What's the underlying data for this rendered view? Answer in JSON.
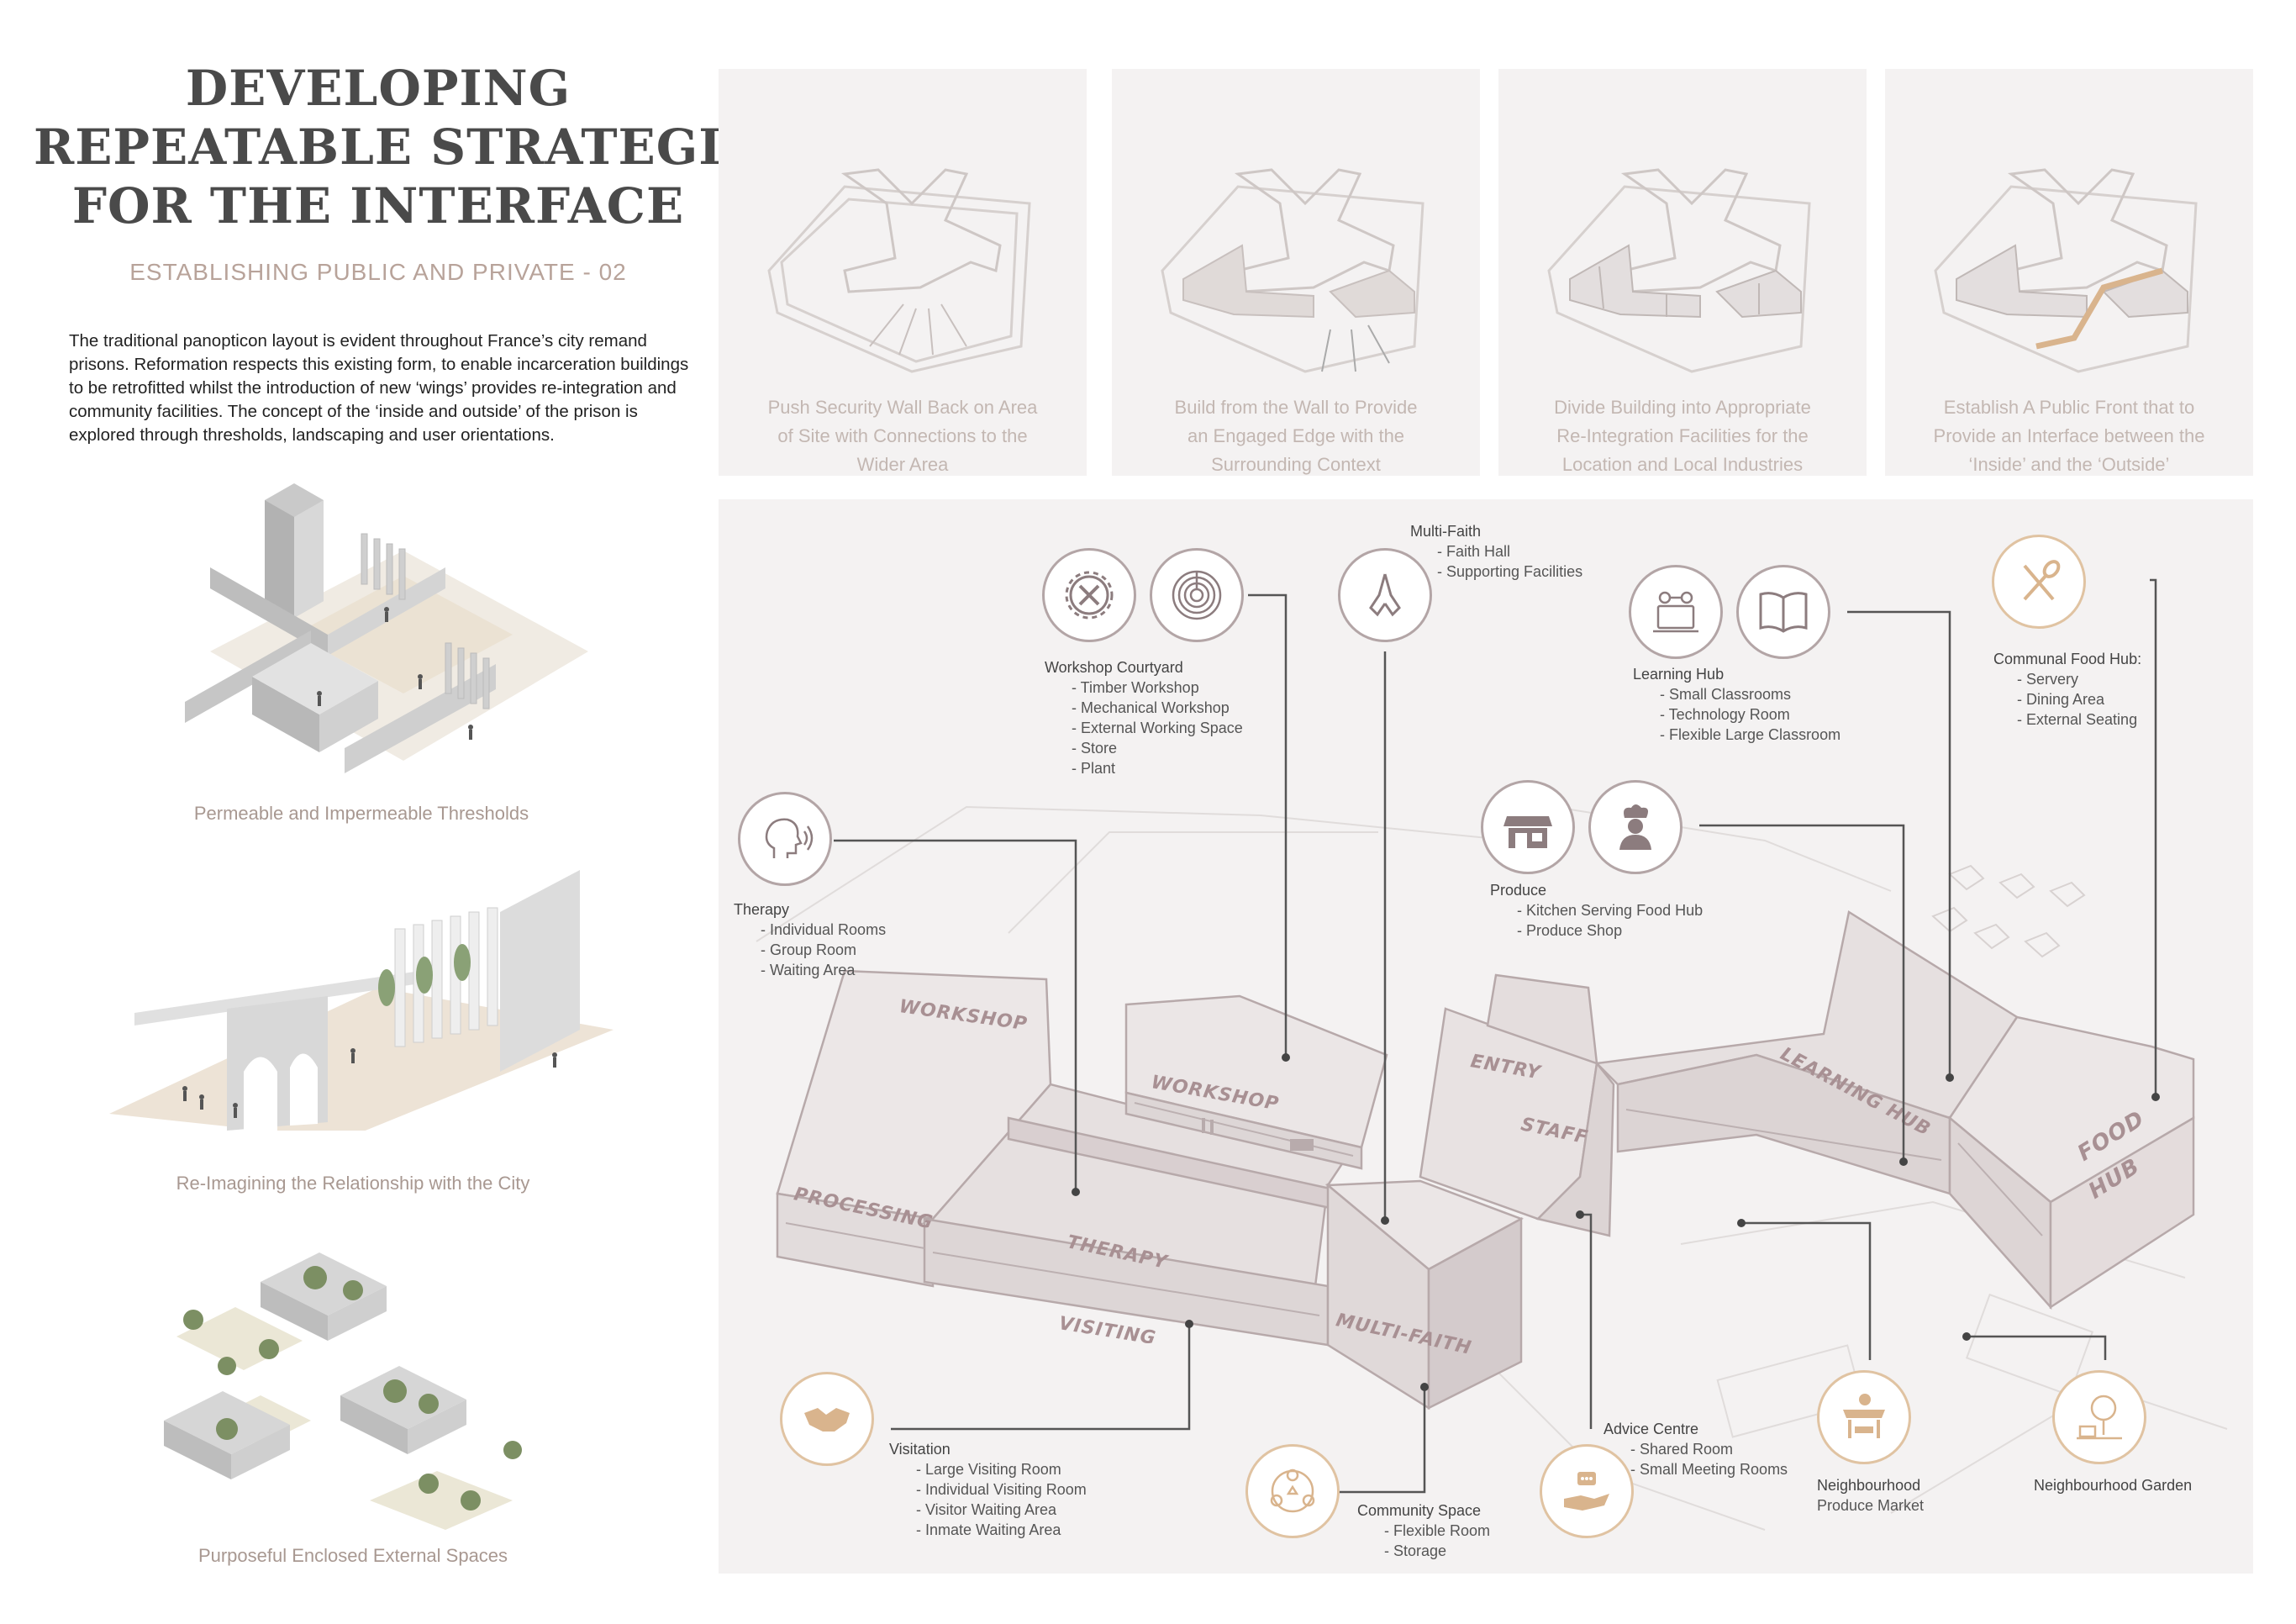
{
  "title_lines": [
    "DEVELOPING",
    "REPEATABLE STRATEGIES",
    "FOR THE INTERFACE"
  ],
  "subtitle": "ESTABLISHING PUBLIC AND PRIVATE - 02",
  "intro_text": "The traditional panopticon layout is evident throughout France’s city remand prisons. Reformation respects this existing form, to enable incarceration buildings to be retrofitted whilst the introduction of new ‘wings’ provides re-integration and community facilities. The concept of the ‘inside and outside’ of the prison is explored through thresholds, landscaping and user orientations.",
  "left_captions": [
    "Permeable and Impermeable Thresholds",
    "Re-Imagining the Relationship with the City",
    "Purposeful Enclosed External Spaces"
  ],
  "strategies": [
    {
      "lines": [
        "Push Security Wall Back on Area",
        "of Site with Connections to the",
        "Wider Area"
      ]
    },
    {
      "lines": [
        "Build from the Wall to Provide",
        "an Engaged Edge with the",
        "Surrounding Context"
      ]
    },
    {
      "lines": [
        "Divide Building into Appropriate",
        "Re-Integration Facilities for the",
        "Location and Local Industries"
      ]
    },
    {
      "lines": [
        "Establish A Public Front that to",
        "Provide an Interface between the",
        "‘Inside’ and the ‘Outside’"
      ]
    }
  ],
  "building_labels": {
    "workshop_a": "WORKSHOP",
    "workshop_b": "WORKSHOP",
    "processing": "PROCESSING",
    "therapy": "THERAPY",
    "visiting": "VISITING",
    "multi_faith": "MULTI-FAITH",
    "entry": "ENTRY",
    "staff": "STAFF",
    "learning_hub": "LEARNING HUB",
    "food": "FOOD",
    "hub": "HUB"
  },
  "programme": {
    "multi_faith": {
      "head": "Multi-Faith",
      "items": [
        "- Faith Hall",
        "- Supporting Facilities"
      ]
    },
    "workshop": {
      "head": "Workshop Courtyard",
      "items": [
        "- Timber Workshop",
        "- Mechanical Workshop",
        "- External Working Space",
        "- Store",
        "- Plant"
      ]
    },
    "learning": {
      "head": "Learning Hub",
      "items": [
        "- Small Classrooms",
        "- Technology Room",
        "- Flexible Large Classroom"
      ]
    },
    "food": {
      "head": "Communal Food Hub:",
      "items": [
        "- Servery",
        "- Dining Area",
        "- External Seating"
      ]
    },
    "therapy": {
      "head": "Therapy",
      "items": [
        "- Individual Rooms",
        "- Group Room",
        "- Waiting Area"
      ]
    },
    "produce": {
      "head": "Produce",
      "items": [
        "- Kitchen Serving Food Hub",
        "- Produce Shop"
      ]
    },
    "visitation": {
      "head": "Visitation",
      "items": [
        "- Large Visiting Room",
        "- Individual Visiting Room",
        "- Visitor Waiting Area",
        "- Inmate Waiting Area"
      ]
    },
    "community": {
      "head": "Community Space",
      "items": [
        "- Flexible Room",
        "- Storage"
      ]
    },
    "advice": {
      "head": "Advice Centre",
      "items": [
        "- Shared Room",
        "- Small Meeting Rooms"
      ]
    },
    "market": {
      "head": "Neighbourhood",
      "items": [
        "Produce Market"
      ]
    },
    "garden": {
      "head": "Neighbourhood Garden",
      "items": []
    }
  },
  "icons": [
    "gear-wrench-icon",
    "timber-log-icon",
    "praying-hands-icon",
    "technology-icon",
    "open-book-icon",
    "fork-spoon-icon",
    "listening-head-icon",
    "shop-icon",
    "chef-icon",
    "handshake-icon",
    "community-people-icon",
    "helping-hand-icon",
    "market-stall-icon",
    "garden-tree-icon"
  ],
  "colors": {
    "accent_gold": "#d9b48d",
    "icon_grey": "#8c7c7e",
    "leader_line": "#555555",
    "panel_bg": "#f4f2f2",
    "caption": "#a89891",
    "strategy_text": "#c3b7b2"
  }
}
